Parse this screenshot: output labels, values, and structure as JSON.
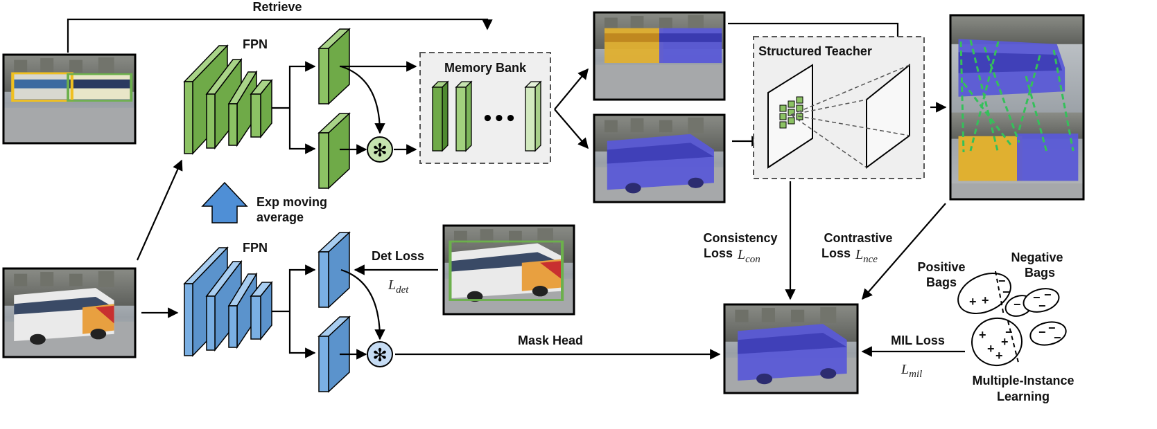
{
  "labels": {
    "retrieve": "Retrieve",
    "fpn_top": "FPN",
    "fpn_bottom": "FPN",
    "memory_bank": "Memory Bank",
    "structured_teacher": "Structured Teacher",
    "exp_moving_1": "Exp moving",
    "exp_moving_2": "average",
    "det_loss": "Det Loss",
    "mask_head": "Mask Head",
    "consistency_1": "Consistency",
    "consistency_2": "Loss",
    "contrastive_1": "Contrastive",
    "contrastive_2": "Loss",
    "mil_loss": "MIL Loss",
    "positive_1": "Positive",
    "positive_2": "Bags",
    "negative_1": "Negative",
    "negative_2": "Bags",
    "mil_1": "Multiple-Instance",
    "mil_2": "Learning",
    "ellipsis": "•••",
    "conv_symbol": "✻"
  },
  "math": {
    "det_main": "L",
    "det_sub": "det",
    "con_main": "L",
    "con_sub": "con",
    "nce_main": "L",
    "nce_sub": "nce",
    "mil_main": "L",
    "mil_sub": "mil"
  },
  "colors": {
    "teacher_green": "#8cc264",
    "teacher_green_light": "#c6e3b0",
    "student_blue": "#7aafe3",
    "ema_arrow": "#4f8fd6",
    "mask_purple": "#5a5ad6",
    "mask_yellow": "#e0b030",
    "box_yellow": "#f0c020",
    "box_green": "#6cb04c",
    "dashed_link": "#35c05a"
  }
}
